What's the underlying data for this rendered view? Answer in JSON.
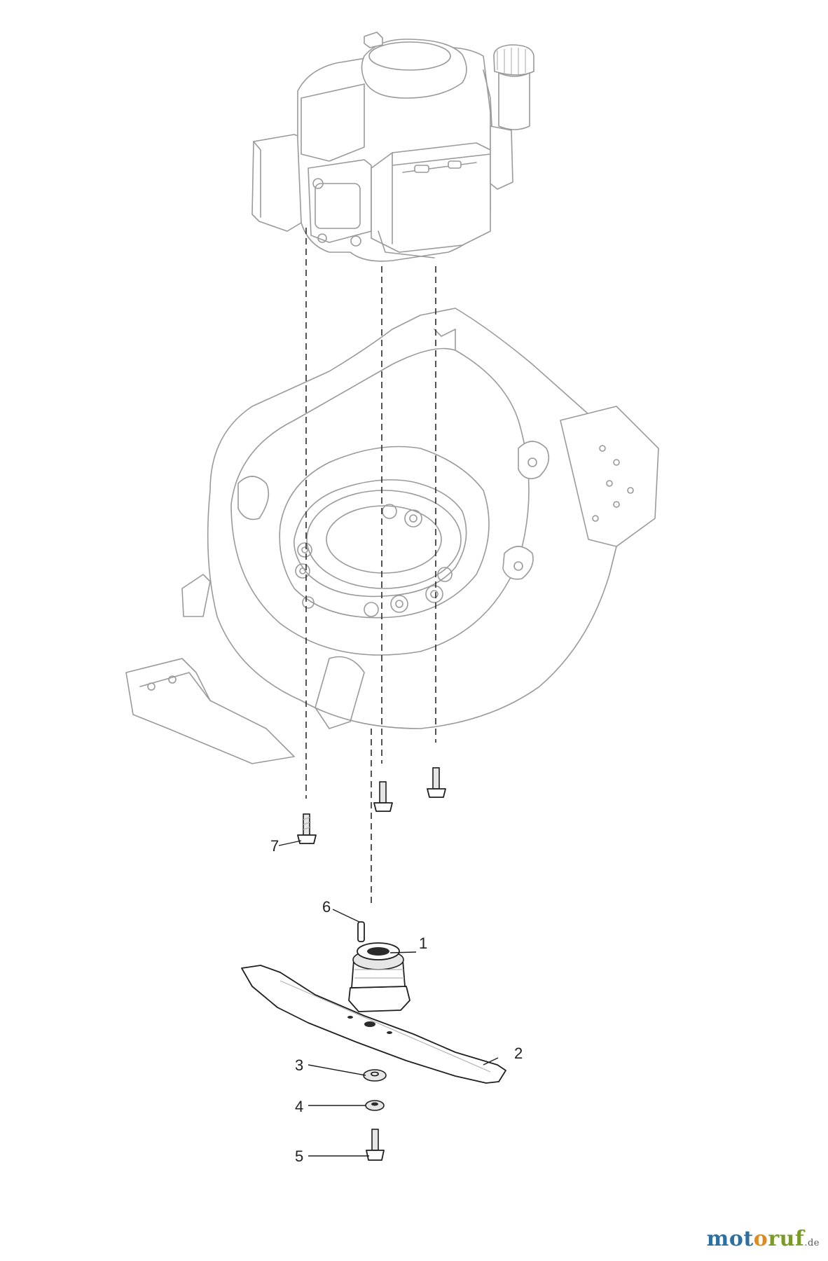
{
  "diagram": {
    "callouts": [
      {
        "id": "1",
        "label": "1"
      },
      {
        "id": "2",
        "label": "2"
      },
      {
        "id": "3",
        "label": "3"
      },
      {
        "id": "4",
        "label": "4"
      },
      {
        "id": "5",
        "label": "5"
      },
      {
        "id": "6",
        "label": "6"
      },
      {
        "id": "7",
        "label": "7"
      }
    ]
  },
  "brand": {
    "part1": "mot",
    "part2": "o",
    "part3": "ruf",
    "tld": ".de"
  },
  "colors": {
    "line_art": "#9a9a9a",
    "part_outline": "#1f1f1f",
    "brand_blue": "#2f6f9f",
    "brand_orange": "#e08a1e",
    "brand_green": "#7a9a2a"
  }
}
